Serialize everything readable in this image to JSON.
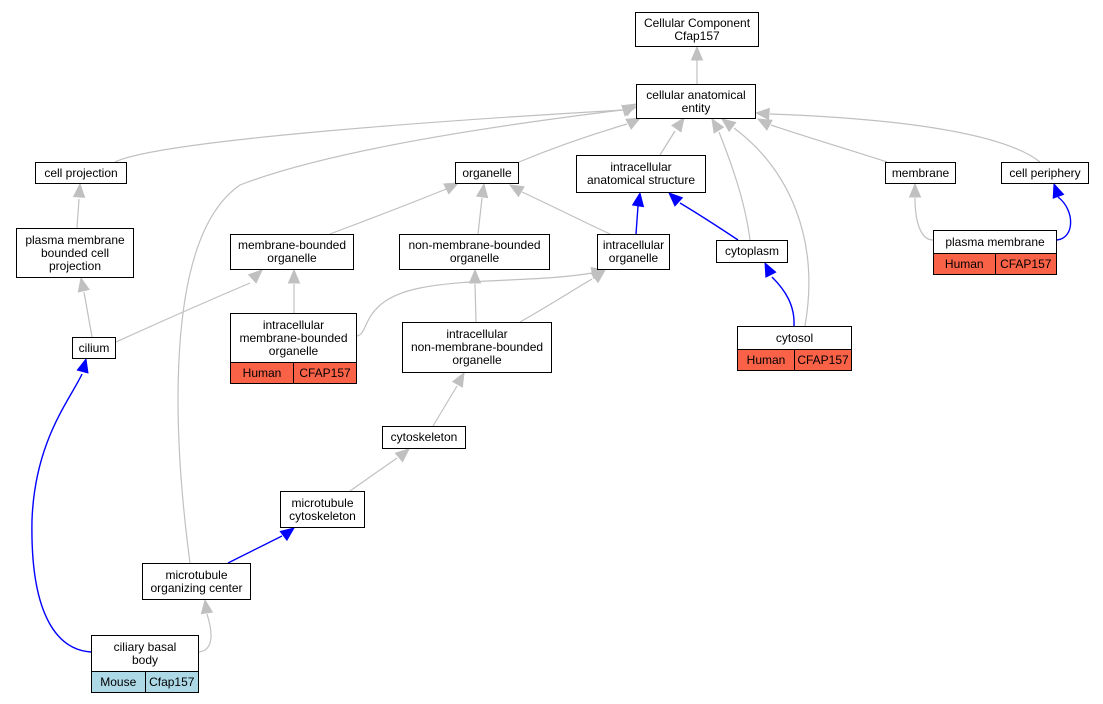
{
  "colors": {
    "is_a_edge": "#c0c0c0",
    "part_of_edge": "#0000ff",
    "human_tag": "#fa6248",
    "mouse_tag": "#add8e6"
  },
  "nodes": {
    "root": {
      "label": "Cellular Component\nCfap157"
    },
    "cae": {
      "label": "cellular anatomical\nentity"
    },
    "cell_projection": {
      "label": "cell projection"
    },
    "organelle": {
      "label": "organelle"
    },
    "ias": {
      "label": "intracellular\nanatomical structure"
    },
    "membrane": {
      "label": "membrane"
    },
    "cell_periphery": {
      "label": "cell periphery"
    },
    "pmbcp": {
      "label": "plasma membrane\nbounded cell\nprojection"
    },
    "mbo": {
      "label": "membrane-bounded\norganelle"
    },
    "nmbo": {
      "label": "non-membrane-bounded\norganelle"
    },
    "io": {
      "label": "intracellular\norganelle"
    },
    "cytoplasm": {
      "label": "cytoplasm"
    },
    "plasma_membrane": {
      "label": "plasma membrane",
      "species": "Human",
      "gene": "CFAP157"
    },
    "cilium": {
      "label": "cilium"
    },
    "imbo": {
      "label": "intracellular\nmembrane-bounded\norganelle",
      "species": "Human",
      "gene": "CFAP157"
    },
    "inmbo": {
      "label": "intracellular\nnon-membrane-bounded\norganelle"
    },
    "cytosol": {
      "label": "cytosol",
      "species": "Human",
      "gene": "CFAP157"
    },
    "cytoskeleton": {
      "label": "cytoskeleton"
    },
    "mt_cytoskeleton": {
      "label": "microtubule\ncytoskeleton"
    },
    "mtoc": {
      "label": "microtubule\norganizing center"
    },
    "basal_body": {
      "label": "ciliary basal\nbody",
      "species": "Mouse",
      "gene": "Cfap157"
    }
  }
}
